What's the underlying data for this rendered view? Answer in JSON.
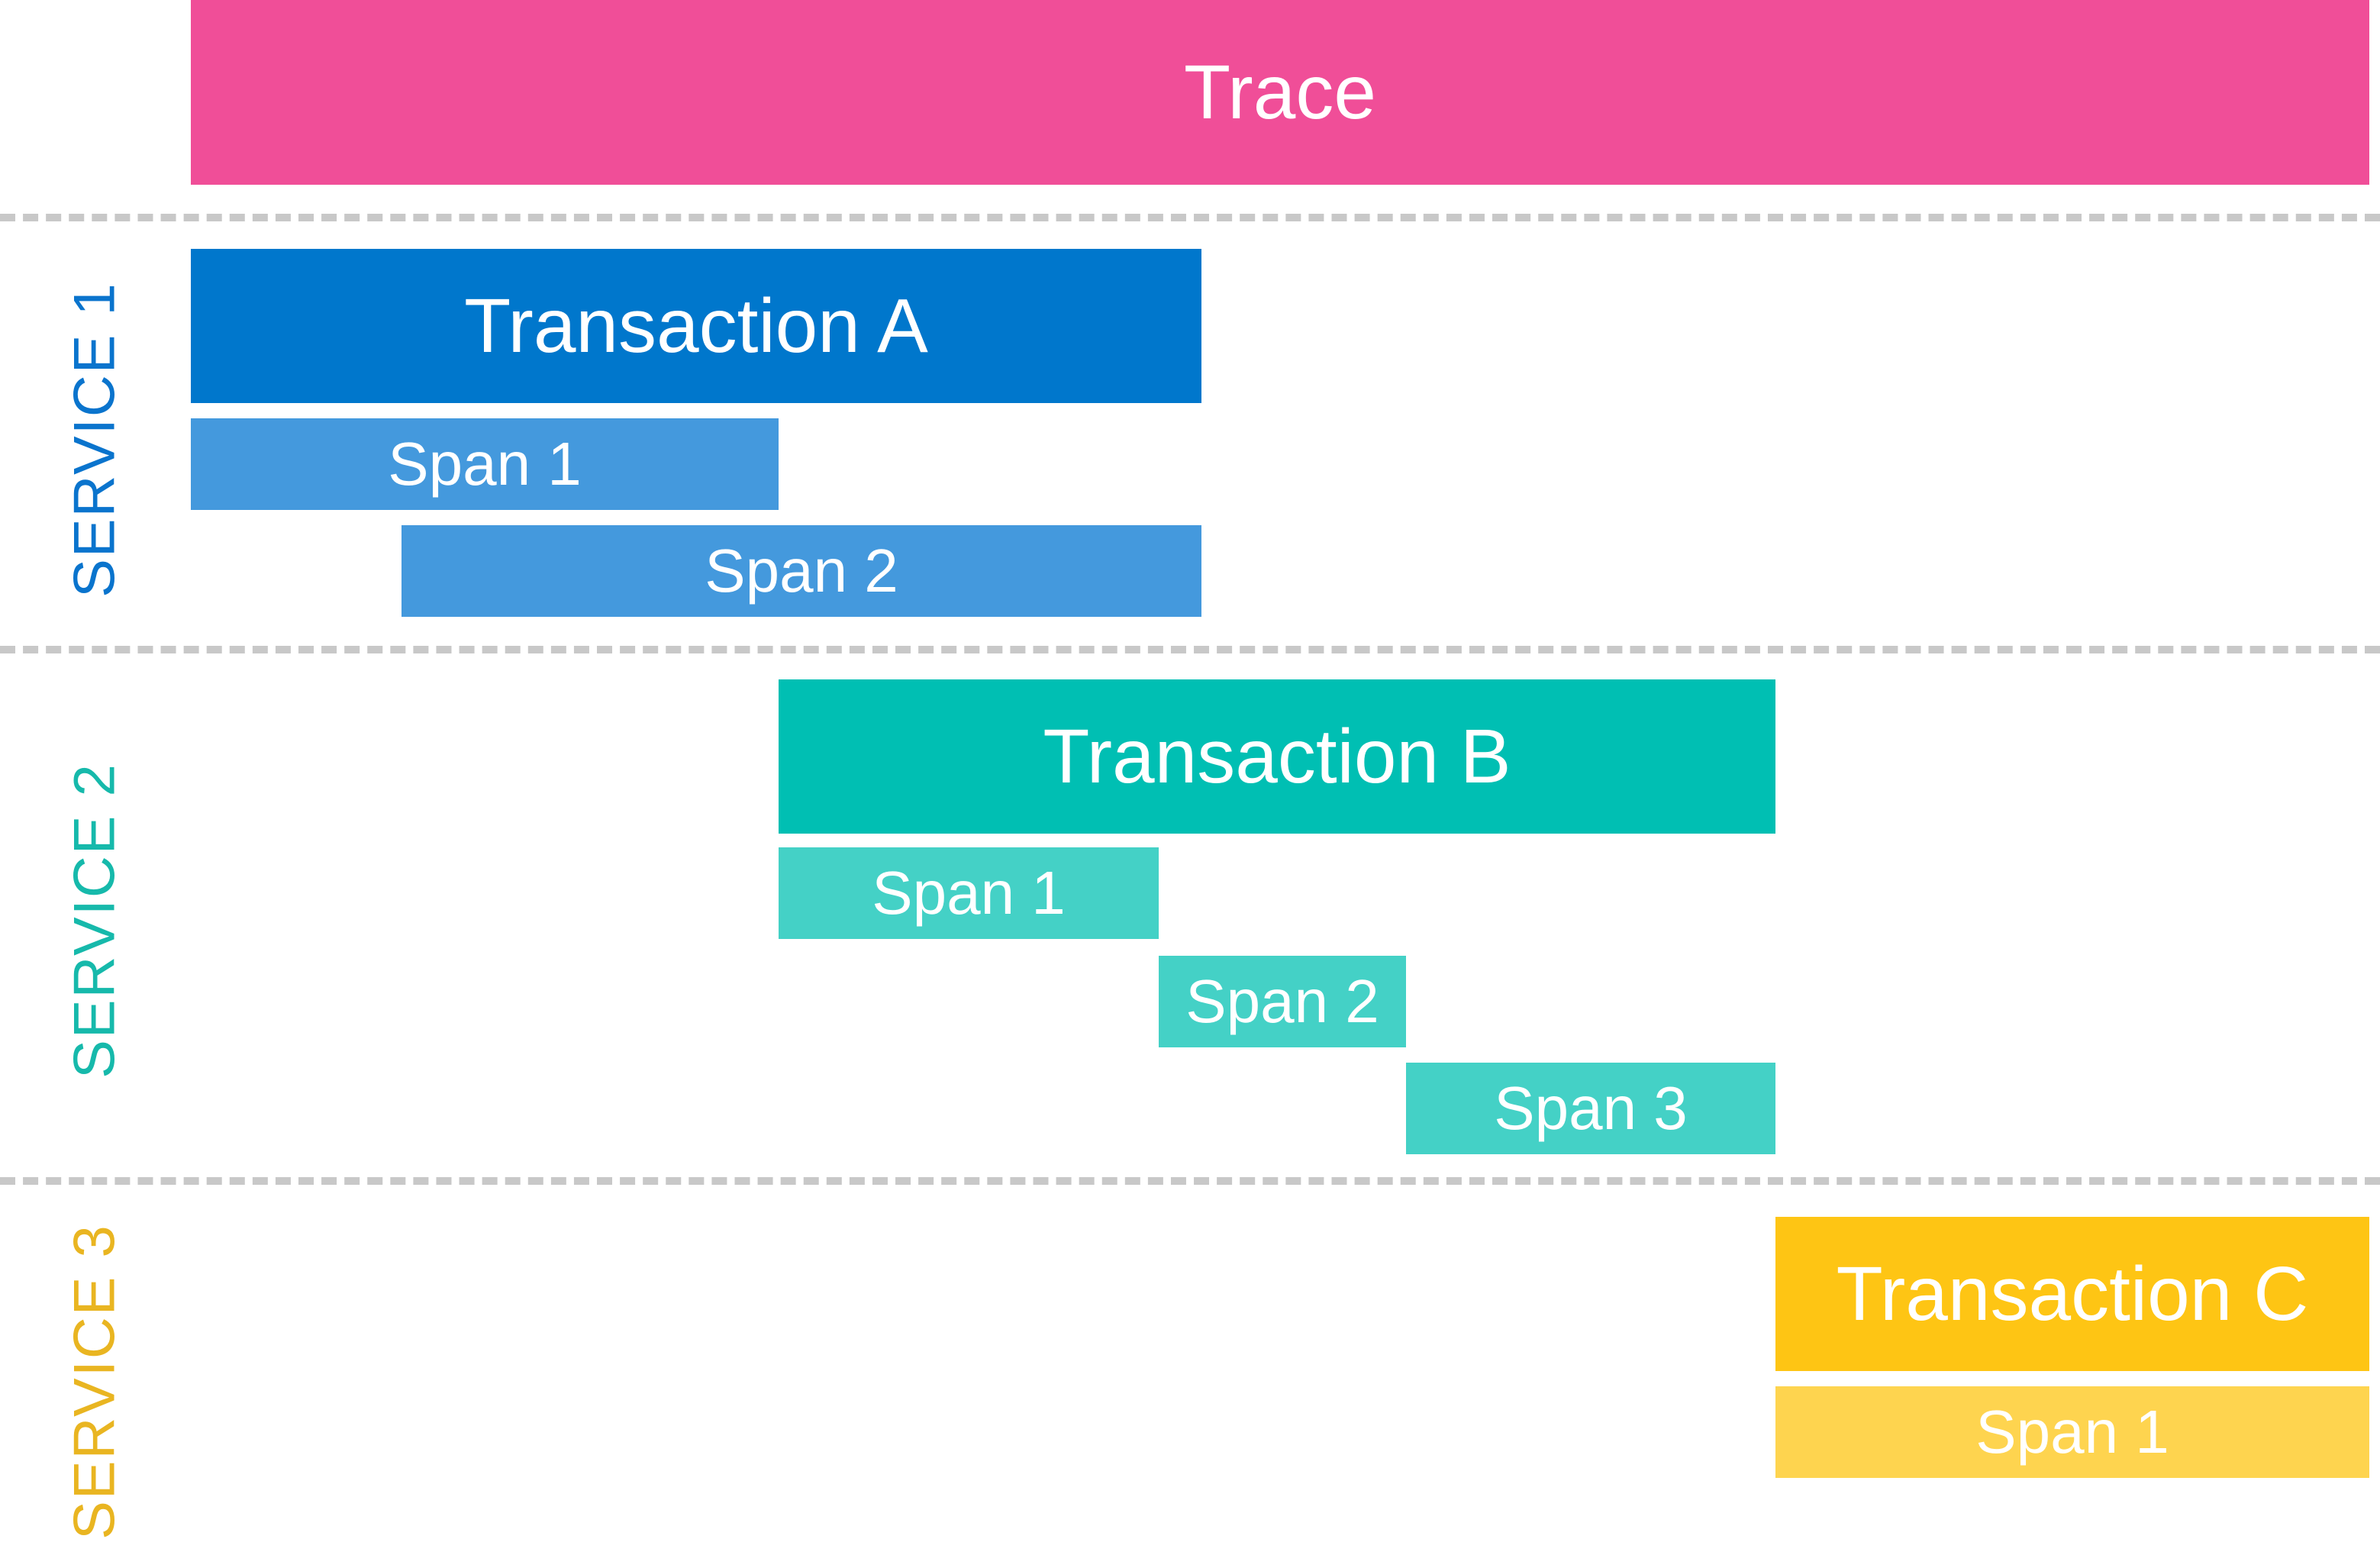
{
  "trace": {
    "label": "Trace",
    "color": "#f04e98"
  },
  "services": [
    {
      "label": "SERVICE 1",
      "label_color": "#0a74cd",
      "transaction": {
        "label": "Transaction A",
        "color": "#0077cc"
      },
      "span_color": "#4499dd",
      "spans": [
        "Span 1",
        "Span 2"
      ]
    },
    {
      "label": "SERVICE 2",
      "label_color": "#16b9ab",
      "transaction": {
        "label": "Transaction B",
        "color": "#00bfb3"
      },
      "span_color": "#44d1c6",
      "spans": [
        "Span 1",
        "Span 2",
        "Span 3"
      ]
    },
    {
      "label": "SERVICE 3",
      "label_color": "#e9b521",
      "transaction": {
        "label": "Transaction C",
        "color": "#fec514"
      },
      "span_color": "#fed44f",
      "spans": [
        "Span 1"
      ]
    }
  ],
  "divider_color": "#c8c8c8"
}
